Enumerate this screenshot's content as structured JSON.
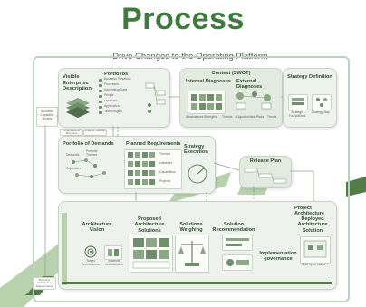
{
  "title": "Process",
  "subtitle": "Drive Changes to the Operating Platform",
  "vision": {
    "heading": "Visible Enterprise Description",
    "portfolios_title": "Portfolios",
    "portfolio_items": [
      "Business Functions",
      "Processes",
      "Information/Data",
      "People",
      "Locations",
      "Applications",
      "Technologies"
    ],
    "left_note_a": "Business Capability Models",
    "left_note_b": "Organisational Structures",
    "left_note_c": "Strategic Initiatives"
  },
  "context": {
    "heading": "Context (SWOT)",
    "internal": "Internal Diagnoses",
    "external": "External Diagnoses",
    "items": [
      "Weaknesses",
      "Strengths",
      "Threats",
      "Opportunities",
      "Risks",
      "Trends"
    ]
  },
  "strategy": {
    "heading": "Strategy Definition",
    "items": [
      "Strategic Foundations",
      "Strategy Map"
    ]
  },
  "demands": {
    "heading": "Portfolio of Demands",
    "requirements": "Planned Requirements",
    "execution": "Strategy Execution",
    "left_items": [
      "Demands",
      "Portfolio Themes",
      "Objectives"
    ],
    "mid_items": [
      "Themes",
      "Initiatives",
      "Capabilities",
      "Projects"
    ]
  },
  "release": {
    "heading": "Release Plan"
  },
  "architecture": {
    "heading": "Project Architecture",
    "vision": "Architecture Vision",
    "proposed": "Proposed Architecture Solutions",
    "weighing": "Solutions Weighing",
    "recommendation": "Solution Recommendation",
    "deployed": "Deployed Architecture Solution",
    "governance": "Implementation governance",
    "target_note": "Target Architectures",
    "baseline_note": "Baseline Architectures",
    "lifecycle_note": "Life cycle status"
  },
  "bottom_left_note": "Business Architecture Requirements",
  "colors": {
    "brand": "#3f7a3f",
    "band": "#b7d2ad",
    "dark": "#547c48",
    "panel": "#eef2ec"
  }
}
